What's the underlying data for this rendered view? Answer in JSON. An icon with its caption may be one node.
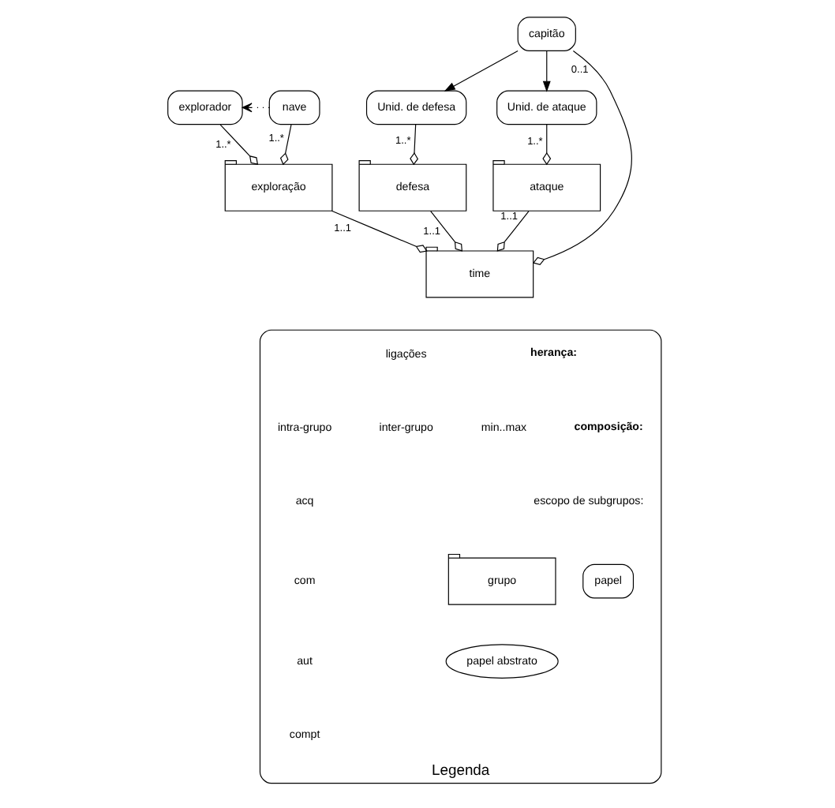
{
  "diagram": {
    "nodes": [
      {
        "text": [
          "explorador"
        ]
      },
      {
        "text": [
          "nave"
        ]
      },
      {
        "text": [
          "capitão"
        ]
      },
      {
        "text": [
          "Unid. de defesa"
        ]
      },
      {
        "text": [
          "Unid. de ataque"
        ]
      },
      {
        "text": [
          "exploração"
        ]
      },
      {
        "text": [
          "defesa"
        ]
      },
      {
        "text": [
          "ataque"
        ]
      },
      {
        "text": [
          "time"
        ]
      },
      {
        "text": [
          "Legenda"
        ]
      },
      {
        "text": [
          "grupo"
        ],
        "in": 9
      },
      {
        "text": [
          "papel"
        ],
        "in": 9
      },
      {
        "text": [
          "papel abstrato"
        ],
        "in": 9
      }
    ],
    "edges": [
      {
        "from": 1,
        "to": 0,
        "arrow": "to",
        "style": "dashed"
      },
      {
        "from": 2,
        "to": 3,
        "arrow": "to"
      },
      {
        "from": 2,
        "to": 4,
        "arrow": "to"
      },
      {
        "from": 0,
        "to": 5,
        "arrow": "other",
        "label": "1..*"
      },
      {
        "from": 1,
        "to": 5,
        "arrow": "other",
        "label": "1..*"
      },
      {
        "from": 3,
        "to": 6,
        "arrow": "other",
        "label": "1..*"
      },
      {
        "from": 4,
        "to": 7,
        "arrow": "other",
        "label": "1..*"
      },
      {
        "from": 5,
        "to": 8,
        "arrow": "other",
        "label": "1..1"
      },
      {
        "from": 6,
        "to": 8,
        "arrow": "other",
        "label": "1..1"
      },
      {
        "from": 2,
        "to": 8,
        "arrow": "other",
        "label": "0..1"
      },
      {
        "from": 7,
        "to": 8,
        "arrow": "other",
        "label": "1..1"
      }
    ],
    "labels": [
      "min..max",
      "escopo de subgrupos:",
      "ligações",
      "intra-grupo",
      "inter-grupo"
    ],
    "legend": [
      {
        "text": "herança:"
      },
      {
        "text": "composição:"
      },
      {
        "text": "acq"
      },
      {
        "text": "com"
      },
      {
        "text": "aut"
      },
      {
        "text": "compt"
      }
    ]
  }
}
